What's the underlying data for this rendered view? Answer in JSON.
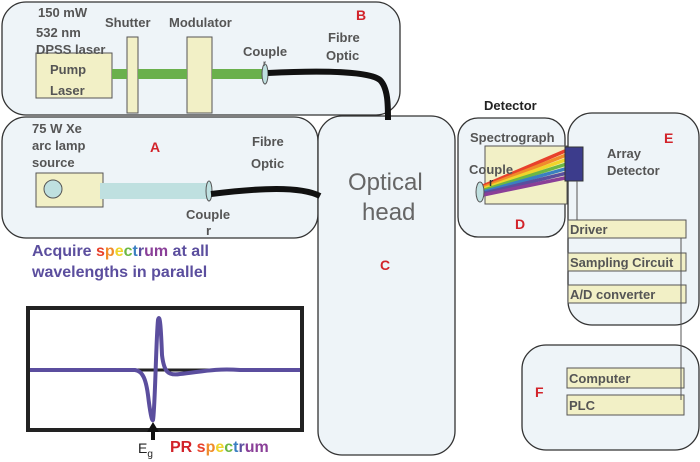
{
  "colors": {
    "panel": "#eef4f8",
    "component": "#f2f0c6",
    "green_beam": "#6ab04c",
    "cyan_beam": "#bfe0e0",
    "detector": "#3c3c8c",
    "purple": "#5b4e9e",
    "label_red": "#d2232a"
  },
  "panel_b": {
    "letter": "B",
    "laser_power": "150 mW",
    "laser_wavelength": "532 nm",
    "laser_type": "DPSS laser",
    "pump_line1": "Pump",
    "pump_line2": "Laser",
    "shutter": "Shutter",
    "modulator": "Modulator",
    "coupler_line1": "Couple",
    "coupler_line2": "r",
    "fibre_line1": "Fibre",
    "fibre_line2": "Optic"
  },
  "panel_a": {
    "letter": "A",
    "source_line1": "75 W Xe",
    "source_line2": "arc lamp",
    "source_line3": "source",
    "fibre_line1": "Fibre",
    "fibre_line2": "Optic",
    "coupler_line1": "Couple",
    "coupler_line2": "r"
  },
  "optical_head": {
    "line1": "Optical",
    "line2": "head",
    "letter": "C"
  },
  "panel_d": {
    "title": "Detector",
    "spectrograph": "Spectrograph",
    "coupler_line1": "Couple",
    "coupler_line2": "r",
    "letter": "D"
  },
  "panel_e": {
    "letter": "E",
    "array_line1": "Array",
    "array_line2": "Detector",
    "driver": "Driver",
    "sampling": "Sampling Circuit",
    "adc": "A/D converter"
  },
  "panel_f": {
    "letter": "F",
    "computer": "Computer",
    "plc": "PLC"
  },
  "caption": {
    "line1_pre": "Acquire ",
    "line1_word": [
      "s",
      "p",
      "e",
      "c",
      "t",
      "r",
      "u",
      "m"
    ],
    "line1_post": " at all",
    "line2": "wavelengths in parallel"
  },
  "plot": {
    "marker_main": "E",
    "marker_sub": "g",
    "title_pre": "PR ",
    "title_word": [
      "s",
      "p",
      "e",
      "c",
      "t",
      "r",
      "u",
      "m"
    ]
  },
  "rainbow": [
    "#e8412b",
    "#f08c2b",
    "#efd52b",
    "#6cb744",
    "#3a7fc1",
    "#5b4e9e",
    "#8a3f98"
  ]
}
